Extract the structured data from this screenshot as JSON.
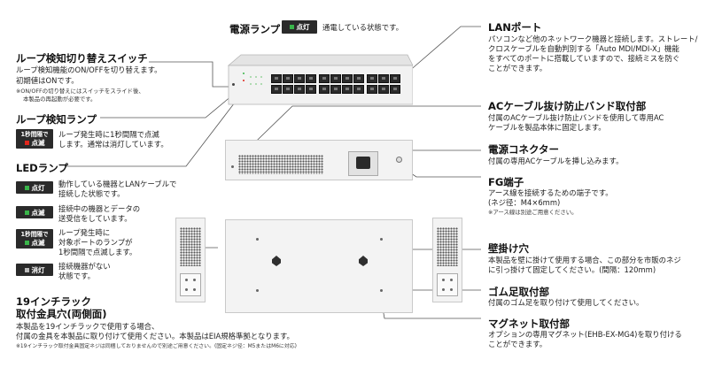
{
  "power_lamp": {
    "title": "電源ランプ",
    "badge": "点灯",
    "badge_color": "#39b54a",
    "desc": "通電している状態です。"
  },
  "loop_switch": {
    "title": "ループ検知切り替えスイッチ",
    "desc1": "ループ検知機能のON/OFFを切り替えます。",
    "desc2": "初期値はONです。",
    "note1": "※ON/OFFの切り替えにはスイッチをスライド後、",
    "note2": "本製品の再起動が必要です。"
  },
  "loop_lamp": {
    "title": "ループ検知ランプ",
    "badge_top": "1秒間隔で",
    "badge_bottom": "点滅",
    "badge_color": "#e0261c",
    "desc1": "ループ発生時に1秒間隔で点滅",
    "desc2": "します。通常は消灯しています。"
  },
  "led_lamp": {
    "title": "LEDランプ",
    "items": [
      {
        "badge": "点灯",
        "color": "#39b54a",
        "desc1": "動作している機器とLANケーブルで",
        "desc2": "接続した状態です。",
        "desc3": ""
      },
      {
        "badge": "点滅",
        "color": "#39b54a",
        "desc1": "接続中の機器とデータの",
        "desc2": "送受信をしています。",
        "desc3": ""
      },
      {
        "badge_top": "1秒間隔で",
        "badge": "点滅",
        "color": "#39b54a",
        "desc1": "ループ発生時に",
        "desc2": "対象ポートのランプが",
        "desc3": "1秒間隔で点滅します。"
      },
      {
        "badge": "消灯",
        "color": "#bbbbbb",
        "desc1": "接続機器がない",
        "desc2": "状態です。",
        "desc3": ""
      }
    ]
  },
  "rack": {
    "title1": "19インチラック",
    "title2": "取付金具穴(両側面)",
    "desc1": "本製品を19インチラックで使用する場合、",
    "desc2": "付属の金具を本製品に取り付けて使用ください。本製品はEIA規格準拠となります。",
    "note": "※19インチラック取付金具固定ネジは同梱しておりませんので別途ご用意ください。(固定ネジ径：M5またはM6に対応)"
  },
  "lan_port": {
    "title": "LANポート",
    "desc1": "パソコンなど他のネットワーク機器と接続します。ストレート/",
    "desc2": "クロスケーブルを自動判別する「Auto MDI/MDI-X」機能",
    "desc3": "をすべてのポートに搭載していますので、接続ミスを防ぐ",
    "desc4": "ことができます。"
  },
  "ac_band": {
    "title": "ACケーブル抜け防止バンド取付部",
    "desc1": "付属のACケーブル抜け防止バンドを使用して専用AC",
    "desc2": "ケーブルを製品本体に固定します。"
  },
  "power_connector": {
    "title": "電源コネクター",
    "desc": "付属の専用ACケーブルを挿し込みます。"
  },
  "fg": {
    "title": "FG端子",
    "desc1": "アース線を接続するための端子です。",
    "desc2": "(ネジ径：M4×6mm)",
    "note": "※アース線は別途ご用意ください。"
  },
  "wall": {
    "title": "壁掛け穴",
    "desc1": "本製品を壁に掛けて使用する場合、この部分を市販のネジ",
    "desc2": "に引っ掛けて固定してください。(間隔：120mm)"
  },
  "rubber": {
    "title": "ゴム足取付部",
    "desc": "付属のゴム足を取り付けて使用してください。"
  },
  "magnet": {
    "title": "マグネット取付部",
    "desc1": "オプションの専用マグネット(EHB-EX-MG4)を取り付ける",
    "desc2": "ことができます。"
  }
}
